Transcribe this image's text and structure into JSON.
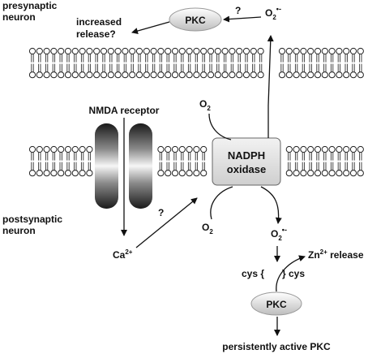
{
  "labels": {
    "presynaptic_line1": "presynaptic",
    "presynaptic_line2": "neuron",
    "postsynaptic_line1": "postsynaptic",
    "postsynaptic_line2": "neuron",
    "increased_release_line1": "increased",
    "increased_release_line2": "release?",
    "nmda_receptor": "NMDA receptor",
    "nadph_line1": "NADPH",
    "nadph_line2": "oxidase",
    "pkc_top": "PKC",
    "pkc_bottom": "PKC",
    "persistently_active": "persistently active PKC",
    "cys_left": "cys {",
    "cys_right": "} cys",
    "question_top": "?",
    "question_mid": "?",
    "o2_upper_base": "O",
    "o2_upper_sub": "2",
    "o2_lower_base": "O",
    "o2_lower_sub": "2",
    "superoxide_top_base": "O",
    "superoxide_top_sub": "2",
    "superoxide_top_sup": "•-",
    "superoxide_bottom_base": "O",
    "superoxide_bottom_sub": "2",
    "superoxide_bottom_sup": "•-",
    "ca_base": "Ca",
    "ca_sup": "2+",
    "zn_base": "Zn",
    "zn_sup": "2+",
    "zn_release": " release"
  },
  "colors": {
    "stroke": "#111111",
    "node_gradient_light": "#ffffff",
    "node_gradient_dark": "#b8b8b8",
    "channel_dark": "#111111",
    "channel_light": "#f4f4f4"
  }
}
